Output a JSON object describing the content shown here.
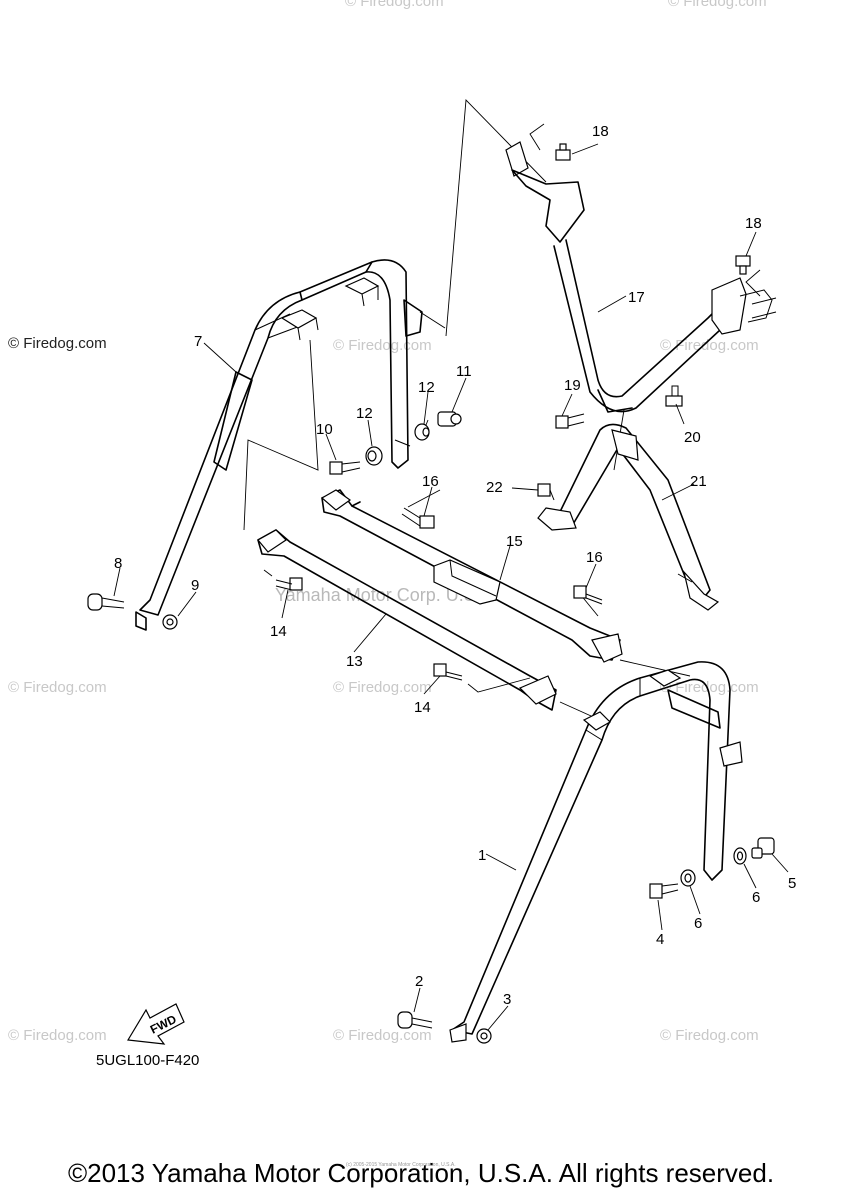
{
  "watermarks": {
    "site": "© Firedog.com",
    "center": "Yamaha Motor Corp. U.S.A."
  },
  "parts": [
    {
      "key": "p1",
      "text": "1"
    },
    {
      "key": "p2",
      "text": "2"
    },
    {
      "key": "p3",
      "text": "3"
    },
    {
      "key": "p4",
      "text": "4"
    },
    {
      "key": "p5",
      "text": "5"
    },
    {
      "key": "p6a",
      "text": "6"
    },
    {
      "key": "p6b",
      "text": "6"
    },
    {
      "key": "p7",
      "text": "7"
    },
    {
      "key": "p8",
      "text": "8"
    },
    {
      "key": "p9",
      "text": "9"
    },
    {
      "key": "p10",
      "text": "10"
    },
    {
      "key": "p11",
      "text": "11"
    },
    {
      "key": "p12a",
      "text": "12"
    },
    {
      "key": "p12b",
      "text": "12"
    },
    {
      "key": "p13",
      "text": "13"
    },
    {
      "key": "p14a",
      "text": "14"
    },
    {
      "key": "p14b",
      "text": "14"
    },
    {
      "key": "p15",
      "text": "15"
    },
    {
      "key": "p16a",
      "text": "16"
    },
    {
      "key": "p16b",
      "text": "16"
    },
    {
      "key": "p17",
      "text": "17"
    },
    {
      "key": "p18a",
      "text": "18"
    },
    {
      "key": "p18b",
      "text": "18"
    },
    {
      "key": "p19",
      "text": "19"
    },
    {
      "key": "p20",
      "text": "20"
    },
    {
      "key": "p21",
      "text": "21"
    },
    {
      "key": "p22",
      "text": "22"
    }
  ],
  "fwd_label": "FWD",
  "diagram_code": "5UGL100-F420",
  "small_print": "(c) 2005-2015 Yamaha Motor Corporation, U.S.A.",
  "copyright": "©2013 Yamaha Motor Corporation, U.S.A. All rights reserved."
}
